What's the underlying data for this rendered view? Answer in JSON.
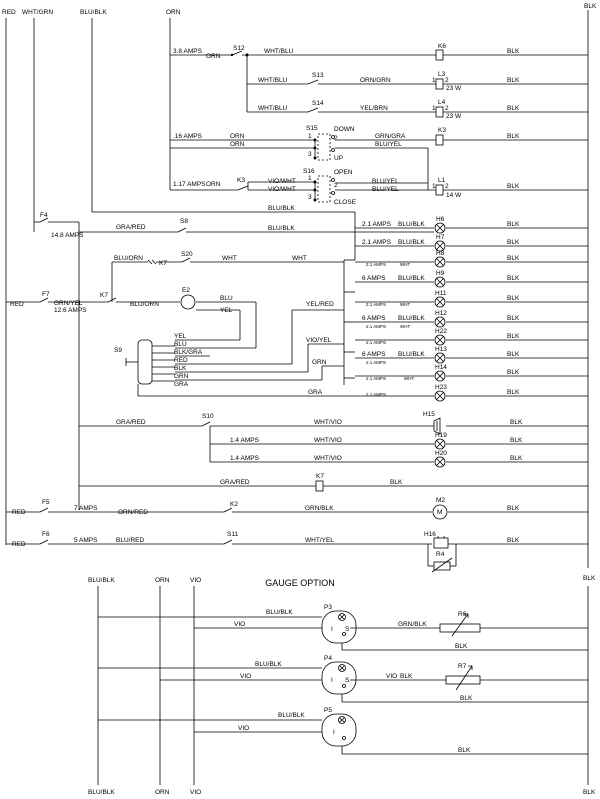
{
  "title": "GAUGE OPTION",
  "wires": {
    "red": "RED",
    "wht_grn": "WHT/GRN",
    "blu_blk": "BLU/BLK",
    "orn": "ORN",
    "blk": "BLK",
    "wht_blu": "WHT/BLU",
    "orn_grn": "ORN/GRN",
    "yel_brn": "YEL/BRN",
    "grn_gra": "GRN/GRA",
    "blu_yel": "BLU/YEL",
    "vio_wht": "VIO/WHT",
    "gra_red": "GRA/RED",
    "blu_orn": "BLU/ORN",
    "wht": "WHT",
    "grn_yel": "GRN/YEL",
    "blu": "BLU",
    "yel": "YEL",
    "yel_red": "YEL/RED",
    "vio_yel": "VIO/YEL",
    "grn": "GRN",
    "blk_gra": "BLK/GRA",
    "gra": "GRA",
    "wht_vio": "WHT/VIO",
    "orn_red": "ORN/RED",
    "grn_blk": "GRN/BLK",
    "blu_red": "BLU/RED",
    "wht_yel": "WHT/YEL",
    "vio": "VIO"
  },
  "amps": {
    "a38": "3.8 AMPS",
    "a16": ".16 AMPS",
    "a117": "1.17 AMPS",
    "a148": "14.8 AMPS",
    "a126": "12.6 AMPS",
    "a21": "2.1 AMPS",
    "a6": "6 AMPS",
    "a14": "1.4 AMPS",
    "a7": "7 AMPS",
    "a5": "5 AMPS"
  },
  "switches": {
    "s12": "S12",
    "s13": "S13",
    "s14": "S14",
    "s15": "S15",
    "s16": "S16",
    "s8": "S8",
    "s20": "S20",
    "s10": "S10",
    "s11": "S11",
    "s9": "S9"
  },
  "switch_states": {
    "down": "DOWN",
    "up": "UP",
    "open": "OPEN",
    "close": "CLOSE"
  },
  "relays": {
    "k6": "K6",
    "k3": "K3",
    "k7": "K7",
    "k2": "K2"
  },
  "lamps": {
    "l3": "L3",
    "l4": "L4",
    "l1": "L1",
    "w23": "23 W",
    "w14": "14 W",
    "h6": "H6",
    "h7": "H7",
    "h8": "H8",
    "h9": "H9",
    "h11": "H11",
    "h12": "H12",
    "h22": "H22",
    "h13": "H13",
    "h14": "H14",
    "h23": "H23",
    "h15": "H15",
    "h19": "H19",
    "h20": "H20",
    "h16": "H16"
  },
  "fuses": {
    "f4": "F4",
    "f7": "F7",
    "f5": "F5",
    "f6": "F6"
  },
  "components": {
    "e2": "E2",
    "m2": "M2",
    "m": "M",
    "r4": "R4",
    "r6": "R6",
    "r7": "R7",
    "p3": "P3",
    "p4": "P4",
    "p5": "P5",
    "i": "I",
    "s": "S"
  },
  "pins": {
    "p1": "1",
    "p2": "2",
    "p3": "3"
  }
}
